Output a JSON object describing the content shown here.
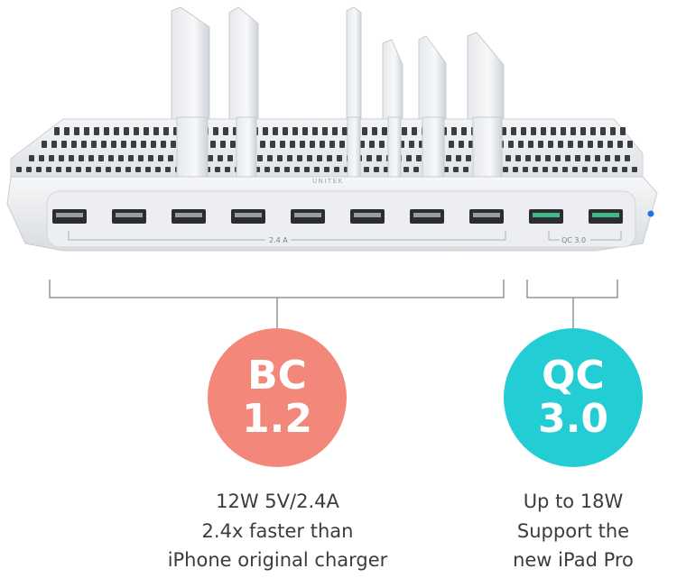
{
  "device": {
    "brand": "UNITEK",
    "port_group_bc_label": "2.4 A",
    "port_group_qc_label": "QC 3.0",
    "colors": {
      "body": "#e9ebee",
      "port": "#2b2d31",
      "qc_port_tint": "#3fb88a",
      "led": "#1e74e6"
    }
  },
  "bc": {
    "badge_line1": "BC",
    "badge_line2": "1.2",
    "badge_color": "#f2877a",
    "caption_lines": [
      "12W 5V/2.4A",
      "2.4x faster than",
      "iPhone original charger"
    ]
  },
  "qc": {
    "badge_line1": "QC",
    "badge_line2": "3.0",
    "badge_color": "#22cdd3",
    "caption_lines": [
      "Up to 18W",
      "Support the",
      "new iPad Pro"
    ]
  }
}
